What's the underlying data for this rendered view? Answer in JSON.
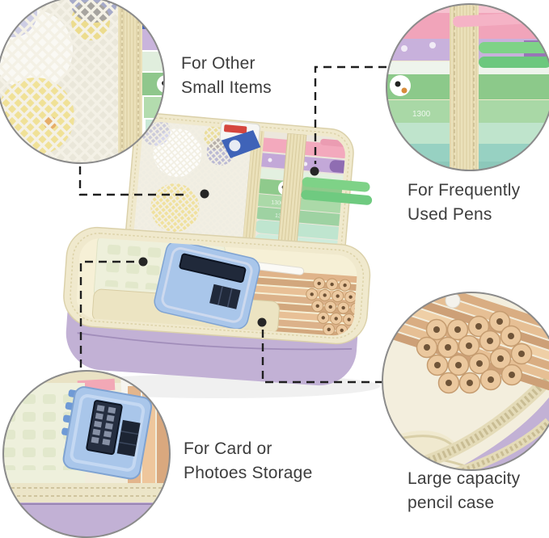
{
  "page": {
    "background": "#ffffff",
    "description": "Annotated product photo of an open pastel pencil case with four zoom callout circles"
  },
  "labels": {
    "top_left": {
      "line1": "For Other",
      "line2": "Small Items"
    },
    "top_right": {
      "line1": "For Frequently",
      "line2": "Used Pens"
    },
    "bottom_left": {
      "line1": "For Card or",
      "line2": "Photoes Storage"
    },
    "bottom_right": {
      "line1": "Large capacity",
      "line2": "pencil case"
    }
  },
  "product": {
    "pen_marking": "1300",
    "colors": {
      "case_exterior_purple": "#c2b1d5",
      "lining_cream": "#f0e9cd",
      "calculator_blue": "#a9c6ea",
      "pencil_wood": "#e0b48a",
      "callout_ring": "#8b8b8b",
      "connector_dark": "#1f1f1f"
    }
  }
}
